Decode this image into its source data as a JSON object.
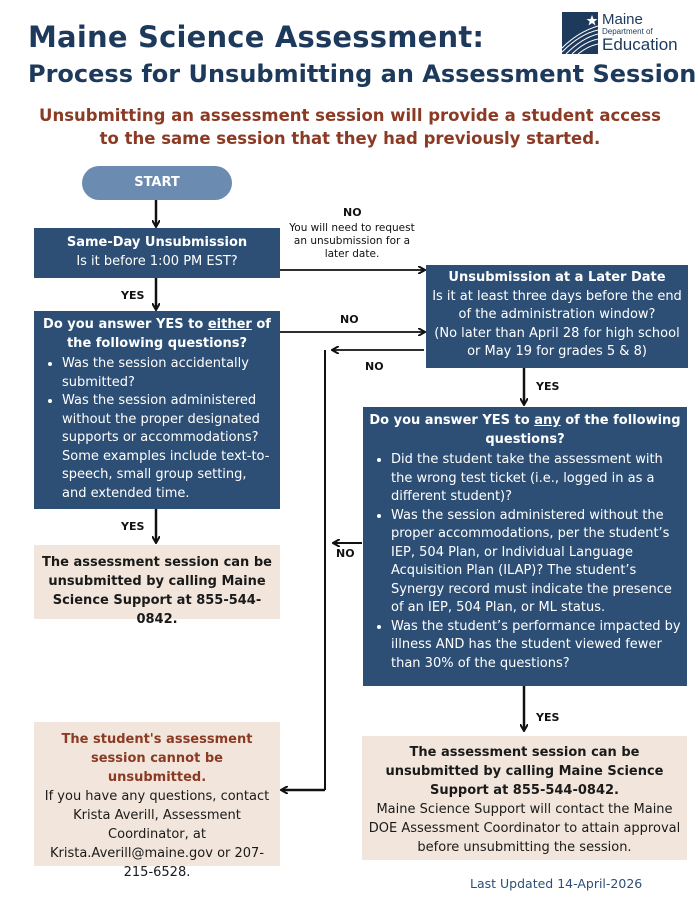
{
  "header": {
    "title": "Maine Science Assessment:",
    "subtitle": "Process for Unsubmitting an Assessment Session",
    "logo": {
      "line1": "Maine",
      "line2": "Department of",
      "line3": "Education"
    },
    "intro": "Unsubmitting an assessment session will provide a student access to the same session that they had previously started."
  },
  "start": "START",
  "same_day": {
    "title": "Same-Day Unsubmission",
    "question": "Is it before 1:00 PM EST?"
  },
  "label_no_1": "NO",
  "later_date_note": "You will need to request an unsubmission for a later date.",
  "label_yes_1": "YES",
  "either_box": {
    "heading_pre": "Do you answer YES to ",
    "heading_em": "either",
    "heading_post": " of the following questions?",
    "items": [
      "Was the session accidentally submitted?",
      "Was the session administered without the proper designated supports or accommodations? Some examples include text-to-speech, small group setting, and extended time."
    ]
  },
  "label_no_2": "NO",
  "later_box": {
    "title": "Unsubmission at a Later Date",
    "question": "Is it at least three days before the end of the administration window?",
    "note": "(No later than April 28 for high school or May 19 for grades 5 & 8)"
  },
  "label_no_3": "NO",
  "label_yes_2": "YES",
  "label_yes_3": "YES",
  "result_call_1": "The assessment session can be unsubmitted by calling Maine Science Support at 855-544-0842.",
  "any_box": {
    "heading_pre": "Do you answer YES to ",
    "heading_em": "any",
    "heading_post": " of the following questions?",
    "items": [
      "Did the student take the assessment with the wrong test ticket (i.e., logged in as a different student)?",
      "Was the session administered without the proper accommodations, per the student’s IEP, 504 Plan, or Individual Language Acquisition Plan (ILAP)? The student’s Synergy record must indicate the presence of an IEP, 504 Plan, or ML status.",
      "Was the student’s performance impacted by illness AND has the student viewed fewer than 30% of the questions?"
    ]
  },
  "label_no_4": "NO",
  "label_yes_4": "YES",
  "cannot_box": {
    "title": "The student's assessment session cannot be unsubmitted.",
    "body": "If you have any questions, contact Krista Averill, Assessment Coordinator, at Krista.Averill@maine.gov or 207-215-6528."
  },
  "result_call_2": {
    "title": "The assessment session can be unsubmitted by calling Maine Science Support at 855-544-0842.",
    "body": "Maine Science Support will contact the Maine DOE Assessment Coordinator to attain approval before unsubmitting the session."
  },
  "footer": "Last Updated 14-April-2026",
  "colors": {
    "navy": "#2d4f75",
    "title": "#1d3a5c",
    "accent_red": "#8b3a24",
    "tan": "#f2e6dc",
    "start": "#6b8bb0"
  }
}
